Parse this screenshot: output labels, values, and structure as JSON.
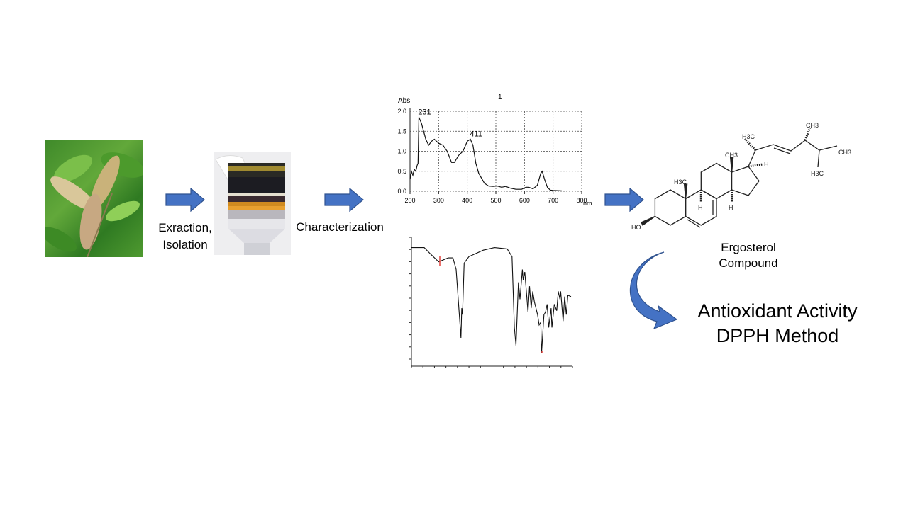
{
  "steps": {
    "extraction_line1": "Exraction,",
    "extraction_line2": "Isolation",
    "characterization": "Characterization"
  },
  "compound": {
    "name_line1": "Ergosterol",
    "name_line2": "Compound",
    "labels": {
      "ho": "HO",
      "h3c_10": "H3C",
      "ch3_13": "CH3",
      "h_9": "H",
      "h_14": "H",
      "h_17": "H",
      "h3c_21": "H3C",
      "ch3_28": "CH3",
      "ch3_26": "CH3",
      "h3c_27": "H3C"
    }
  },
  "result": {
    "line1": "Antioxidant Activity",
    "line2": "DPPH Method"
  },
  "colors": {
    "arrow_fill": "#4472C4",
    "arrow_stroke": "#2F528F",
    "ir_marker": "#e0403a"
  },
  "chart_data": [
    {
      "type": "line",
      "title": "1",
      "xlabel": "nm",
      "ylabel": "Abs",
      "xlim": [
        200,
        800
      ],
      "ylim": [
        0,
        2.0
      ],
      "xticks": [
        "200",
        "300",
        "400",
        "500",
        "600",
        "700",
        "800"
      ],
      "yticks": [
        "0.0",
        "0.5",
        "1.0",
        "1.5",
        "2.0"
      ],
      "grid": true,
      "annotations": [
        {
          "x": 231,
          "label": "231"
        },
        {
          "x": 411,
          "label": "411"
        }
      ],
      "x": [
        200,
        205,
        210,
        215,
        220,
        225,
        228,
        231,
        240,
        255,
        265,
        275,
        285,
        300,
        315,
        330,
        345,
        355,
        370,
        385,
        400,
        411,
        420,
        430,
        440,
        460,
        475,
        490,
        505,
        520,
        535,
        550,
        570,
        590,
        605,
        615,
        630,
        645,
        657,
        662,
        670,
        680,
        690,
        700,
        730
      ],
      "y": [
        0.3,
        0.5,
        0.4,
        0.55,
        0.5,
        0.65,
        0.7,
        1.85,
        1.7,
        1.3,
        1.15,
        1.25,
        1.3,
        1.2,
        1.15,
        1.0,
        0.72,
        0.72,
        0.9,
        1.0,
        1.25,
        1.3,
        1.15,
        0.7,
        0.45,
        0.2,
        0.13,
        0.12,
        0.13,
        0.1,
        0.12,
        0.08,
        0.05,
        0.05,
        0.1,
        0.1,
        0.06,
        0.15,
        0.45,
        0.5,
        0.3,
        0.1,
        0.03,
        0.02,
        0.01
      ]
    },
    {
      "type": "line",
      "title": "",
      "xlabel": "",
      "ylabel": "",
      "x_rel": [
        0,
        0.08,
        0.12,
        0.17,
        0.23,
        0.26,
        0.28,
        0.3,
        0.31,
        0.315,
        0.32,
        0.33,
        0.36,
        0.45,
        0.52,
        0.6,
        0.63,
        0.645,
        0.655,
        0.67,
        0.68,
        0.695,
        0.7,
        0.71,
        0.72,
        0.73,
        0.74,
        0.75,
        0.76,
        0.77,
        0.79,
        0.8,
        0.81,
        0.815,
        0.83,
        0.84,
        0.85,
        0.86,
        0.875,
        0.88,
        0.895,
        0.91,
        0.92,
        0.93,
        0.935,
        0.95,
        0.96,
        0.97,
        0.98,
        1.0
      ],
      "transmittance_rel": [
        92,
        92,
        87,
        81,
        84,
        84,
        75,
        40,
        22,
        45,
        40,
        80,
        85,
        90,
        92,
        91,
        85,
        30,
        16,
        65,
        52,
        75,
        67,
        73,
        58,
        42,
        62,
        45,
        58,
        50,
        40,
        32,
        34,
        10,
        40,
        42,
        48,
        30,
        45,
        30,
        48,
        43,
        58,
        52,
        58,
        35,
        54,
        40,
        55,
        54
      ]
    }
  ]
}
